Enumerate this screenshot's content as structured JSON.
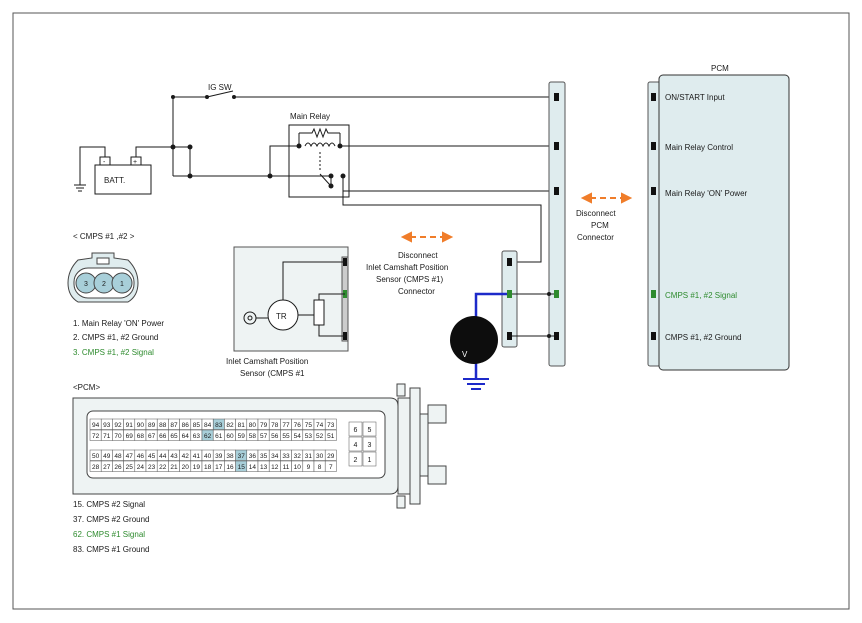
{
  "power": {
    "ig_sw": "IG SW",
    "batt": "BATT.",
    "main_relay": "Main Relay",
    "minus": "-",
    "plus": "+"
  },
  "pcm_panel": {
    "title": "PCM",
    "pins": [
      {
        "label": "ON/START Input",
        "color": "#1a1a1a"
      },
      {
        "label": "Main Relay Control",
        "color": "#1a1a1a"
      },
      {
        "label": "Main Relay 'ON' Power",
        "color": "#1a1a1a"
      },
      {
        "label": "CMPS #1, #2 Signal",
        "color": "#2e8b2e"
      },
      {
        "label": "CMPS #1, #2 Ground",
        "color": "#1a1a1a"
      }
    ]
  },
  "disconnect_pcm": [
    "Disconnect",
    "PCM",
    "Connector"
  ],
  "disconnect_sensor": [
    "Disconnect",
    "Inlet Camshaft Position",
    "Sensor (CMPS #1)",
    "Connector"
  ],
  "sensor": {
    "tr": "TR",
    "caption": [
      "Inlet Camshaft Position",
      "Sensor (CMPS #1"
    ]
  },
  "meter": {
    "label": "V"
  },
  "cmps_connector": {
    "title": "< CMPS #1       ,#2  >",
    "pins": [
      "3",
      "2",
      "1"
    ],
    "legend": [
      {
        "text": "1.  Main Relay 'ON' Power",
        "color": "#1a1a1a"
      },
      {
        "text": "2. CMPS #1, #2 Ground",
        "color": "#1a1a1a"
      },
      {
        "text": "3. CMPS #1, #2 Signal",
        "color": "#2e8b2e"
      }
    ]
  },
  "pcm_connector": {
    "title": "<PCM>",
    "row1": [
      "94",
      "93",
      "92",
      "91",
      "90",
      "89",
      "88",
      "87",
      "86",
      "85",
      "84",
      "83",
      "82",
      "81",
      "80",
      "79",
      "78",
      "77",
      "76",
      "75",
      "74",
      "73"
    ],
    "row2": [
      "72",
      "71",
      "70",
      "69",
      "68",
      "67",
      "66",
      "65",
      "64",
      "63",
      "62",
      "61",
      "60",
      "59",
      "58",
      "57",
      "56",
      "55",
      "54",
      "53",
      "52",
      "51"
    ],
    "row3": [
      "50",
      "49",
      "48",
      "47",
      "46",
      "45",
      "44",
      "43",
      "42",
      "41",
      "40",
      "39",
      "38",
      "37",
      "36",
      "35",
      "34",
      "33",
      "32",
      "31",
      "30",
      "29"
    ],
    "row4": [
      "28",
      "27",
      "26",
      "25",
      "24",
      "23",
      "22",
      "21",
      "20",
      "19",
      "18",
      "17",
      "16",
      "15",
      "14",
      "13",
      "12",
      "11",
      "10",
      "9",
      "8",
      "7"
    ],
    "small": [
      "6",
      "5",
      "4",
      "3",
      "2",
      "1"
    ],
    "highlight": [
      "83",
      "62",
      "37",
      "15"
    ],
    "highlight_color": "#a8cfd9",
    "legend": [
      {
        "text": "15. CMPS #2 Signal",
        "color": "#1a1a1a"
      },
      {
        "text": "37. CMPS #2 Ground",
        "color": "#1a1a1a"
      },
      {
        "text": "62. CMPS #1 Signal",
        "color": "#2e8b2e"
      },
      {
        "text": "83. CMPS #1 Ground",
        "color": "#1a1a1a"
      }
    ]
  },
  "colors": {
    "probe_wire": "#1d2ac9",
    "disconnect_arrow": "#f07d2a",
    "signal_green": "#2e8b2e"
  }
}
